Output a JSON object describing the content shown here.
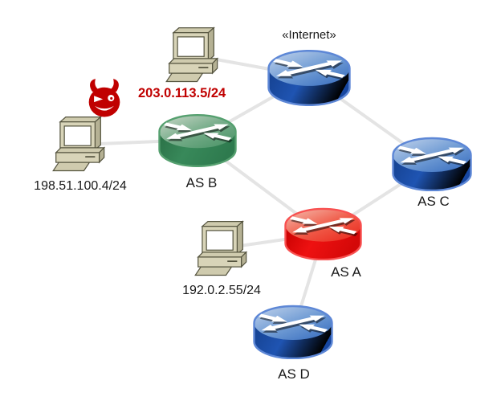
{
  "diagram": {
    "type": "network-topology-bgp-hijack",
    "colors": {
      "router_blue": "#1f54b2",
      "router_green": "#38895a",
      "router_red": "#ee1111",
      "alert_red": "#c00000",
      "host_beige": "#d8d4b8",
      "link_gray": "#e4e4e4",
      "label_black": "#1a1a1a"
    },
    "nodes": [
      {
        "id": "internet",
        "kind": "router",
        "color": "blue",
        "label": "«Internet»"
      },
      {
        "id": "as-b",
        "kind": "router",
        "color": "green",
        "label": "AS B"
      },
      {
        "id": "as-c",
        "kind": "router",
        "color": "blue",
        "label": "AS C"
      },
      {
        "id": "as-a",
        "kind": "router",
        "color": "red",
        "label": "AS A"
      },
      {
        "id": "as-d",
        "kind": "router",
        "color": "blue",
        "label": "AS D"
      },
      {
        "id": "host-top",
        "kind": "computer",
        "label": ""
      },
      {
        "id": "host-left",
        "kind": "computer",
        "label": "198.51.100.4/24"
      },
      {
        "id": "host-bottom",
        "kind": "computer",
        "label": "192.0.2.55/24"
      },
      {
        "id": "attacker",
        "kind": "devil",
        "label": "203.0.113.5/24",
        "label_color": "#c00000"
      }
    ],
    "links": [
      {
        "from": "host-top",
        "to": "internet"
      },
      {
        "from": "internet",
        "to": "as-b"
      },
      {
        "from": "internet",
        "to": "as-c"
      },
      {
        "from": "host-left",
        "to": "as-b"
      },
      {
        "from": "as-b",
        "to": "as-a"
      },
      {
        "from": "as-a",
        "to": "as-c"
      },
      {
        "from": "host-bottom",
        "to": "as-a"
      },
      {
        "from": "as-a",
        "to": "as-d"
      }
    ]
  }
}
